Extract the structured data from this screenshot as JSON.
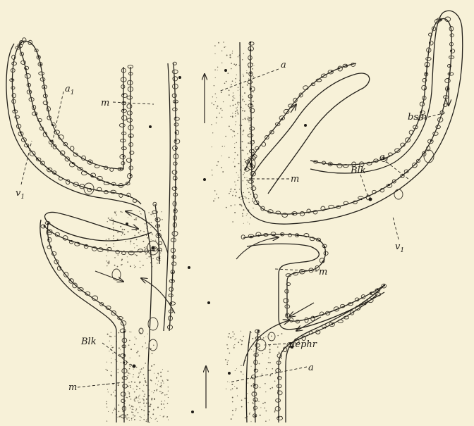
{
  "figure": {
    "background": "#f7f1d8",
    "ink": "#23201a",
    "labels": {
      "a_top": "a",
      "m_top": "m",
      "a1_left": "a",
      "a1_left_sub": "1",
      "bsm": "bsm",
      "a1_right": "a",
      "a1_right_sub": "1",
      "blk_right": "Blk",
      "m_center_right": "m",
      "v1_left": "v",
      "v1_left_sub": "1",
      "v1_right": "v",
      "v1_right_sub": "1",
      "m_right_lower": "m",
      "blk_bottom": "Blk",
      "nephr": "nephr",
      "m_bottom": "m",
      "a_bottom": "a"
    }
  }
}
